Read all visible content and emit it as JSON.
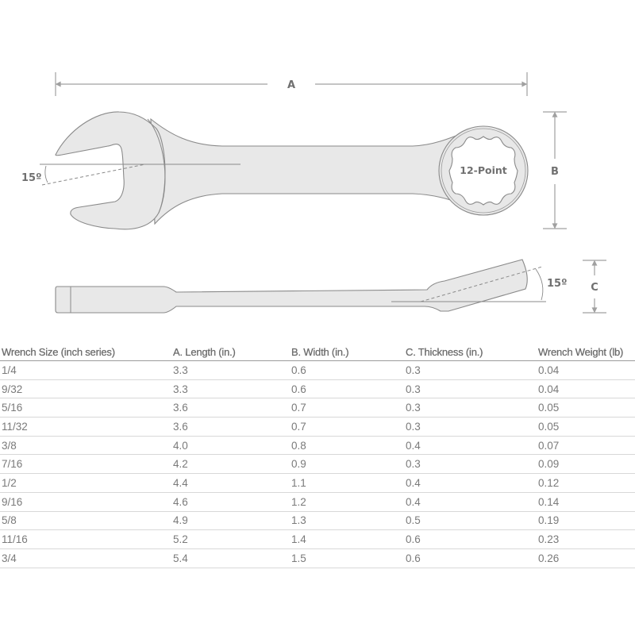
{
  "diagram": {
    "top_view": {
      "dimension_a_label": "A",
      "dimension_b_label": "B",
      "open_end_angle_label": "15º",
      "box_end_label": "12-Point"
    },
    "side_view": {
      "offset_angle_label": "15º",
      "dimension_c_label": "C"
    },
    "colors": {
      "wrench_fill": "#e8e8e8",
      "outline": "#8a8a8a",
      "dimension_line": "#a0a0a0",
      "label_text": "#707070"
    }
  },
  "table": {
    "headers": [
      "Wrench Size (inch series)",
      "A. Length (in.)",
      "B. Width (in.)",
      "C. Thickness (in.)",
      "Wrench Weight (lb)"
    ],
    "rows": [
      [
        "1/4",
        "3.3",
        "0.6",
        "0.3",
        "0.04"
      ],
      [
        "9/32",
        "3.3",
        "0.6",
        "0.3",
        "0.04"
      ],
      [
        "5/16",
        "3.6",
        "0.7",
        "0.3",
        "0.05"
      ],
      [
        "11/32",
        "3.6",
        "0.7",
        "0.3",
        "0.05"
      ],
      [
        "3/8",
        "4.0",
        "0.8",
        "0.4",
        "0.07"
      ],
      [
        "7/16",
        "4.2",
        "0.9",
        "0.3",
        "0.09"
      ],
      [
        "1/2",
        "4.4",
        "1.1",
        "0.4",
        "0.12"
      ],
      [
        "9/16",
        "4.6",
        "1.2",
        "0.4",
        "0.14"
      ],
      [
        "5/8",
        "4.9",
        "1.3",
        "0.5",
        "0.19"
      ],
      [
        "11/16",
        "5.2",
        "1.4",
        "0.6",
        "0.23"
      ],
      [
        "3/4",
        "5.4",
        "1.5",
        "0.6",
        "0.26"
      ]
    ]
  }
}
